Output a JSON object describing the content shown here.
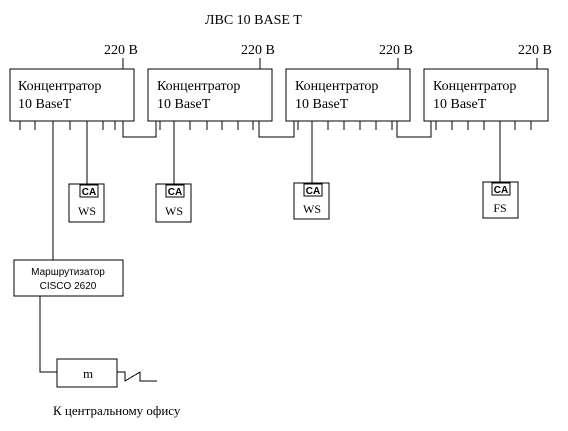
{
  "title": "ЛВС 10 BASE T",
  "hubs": [
    {
      "line1": "Концентратор",
      "line2": "10 BaseT",
      "power": "220 В"
    },
    {
      "line1": "Концентратор",
      "line2": "10 BaseT",
      "power": "220 В"
    },
    {
      "line1": "Концентратор",
      "line2": "10 BaseT",
      "power": "220 В"
    },
    {
      "line1": "Концентратор",
      "line2": "10 BaseT",
      "power": "220 В"
    }
  ],
  "stations": [
    {
      "badge": "CA",
      "label": "WS"
    },
    {
      "badge": "CA",
      "label": "WS"
    },
    {
      "badge": "CA",
      "label": "WS"
    },
    {
      "badge": "CA",
      "label": "FS"
    }
  ],
  "router": {
    "line1": "Маршрутизатор",
    "line2": "CISCO 2620"
  },
  "modem": {
    "label": "m"
  },
  "footer": "К центральному офису"
}
